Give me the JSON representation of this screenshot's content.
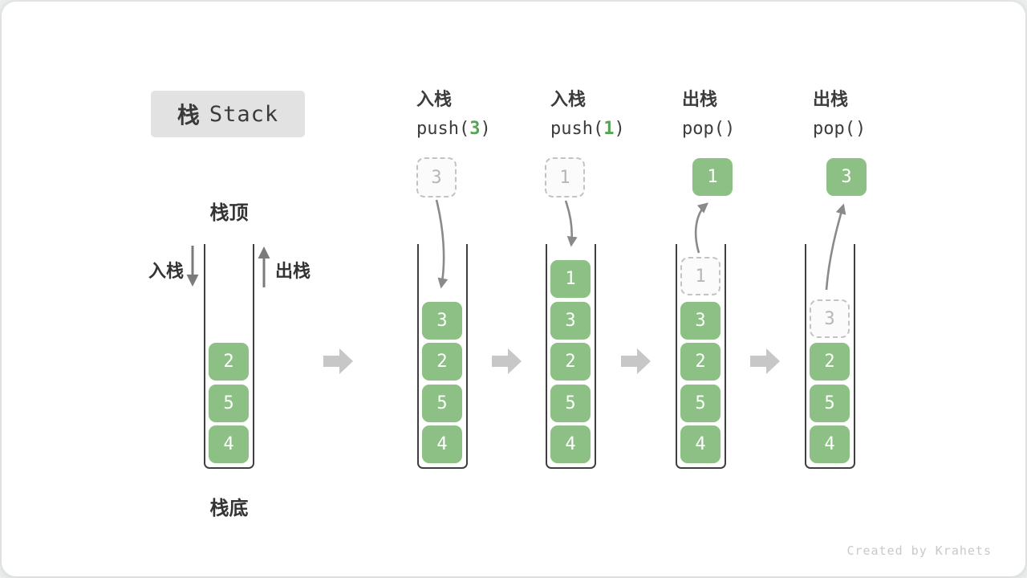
{
  "title": {
    "zh": "栈",
    "en": "Stack"
  },
  "labels": {
    "stack_top": "栈顶",
    "stack_bottom": "栈底",
    "push_side": "入栈",
    "pop_side": "出栈"
  },
  "operations": [
    {
      "zh": "入栈",
      "code_prefix": "push(",
      "code_arg": "3",
      "code_suffix": ")"
    },
    {
      "zh": "入栈",
      "code_prefix": "push(",
      "code_arg": "1",
      "code_suffix": ")"
    },
    {
      "zh": "出栈",
      "code_prefix": "pop()",
      "code_arg": "",
      "code_suffix": ""
    },
    {
      "zh": "出栈",
      "code_prefix": "pop()",
      "code_arg": "",
      "code_suffix": ""
    }
  ],
  "floating": [
    {
      "value": "3",
      "style": "dashed"
    },
    {
      "value": "1",
      "style": "dashed"
    },
    {
      "value": "1",
      "style": "solid"
    },
    {
      "value": "3",
      "style": "solid"
    }
  ],
  "stacks": [
    {
      "cells": [
        {
          "value": "2"
        },
        {
          "value": "5"
        },
        {
          "value": "4"
        }
      ]
    },
    {
      "cells": [
        {
          "value": "3"
        },
        {
          "value": "2"
        },
        {
          "value": "5"
        },
        {
          "value": "4"
        }
      ]
    },
    {
      "cells": [
        {
          "value": "1"
        },
        {
          "value": "3"
        },
        {
          "value": "2"
        },
        {
          "value": "5"
        },
        {
          "value": "4"
        }
      ]
    },
    {
      "cells": [
        {
          "value": "1",
          "style": "dashed"
        },
        {
          "value": "3"
        },
        {
          "value": "2"
        },
        {
          "value": "5"
        },
        {
          "value": "4"
        }
      ]
    },
    {
      "cells": [
        {
          "value": "3",
          "style": "dashed"
        },
        {
          "value": "2"
        },
        {
          "value": "5"
        },
        {
          "value": "4"
        }
      ]
    }
  ],
  "colors": {
    "cell_green": "#8dc084",
    "code_arg_green": "#55a455",
    "arrow_gray": "#8a8a8a",
    "block_arrow_gray": "#c7c7c7",
    "badge_gray": "#e2e2e2"
  },
  "watermark": "Created by Krahets"
}
